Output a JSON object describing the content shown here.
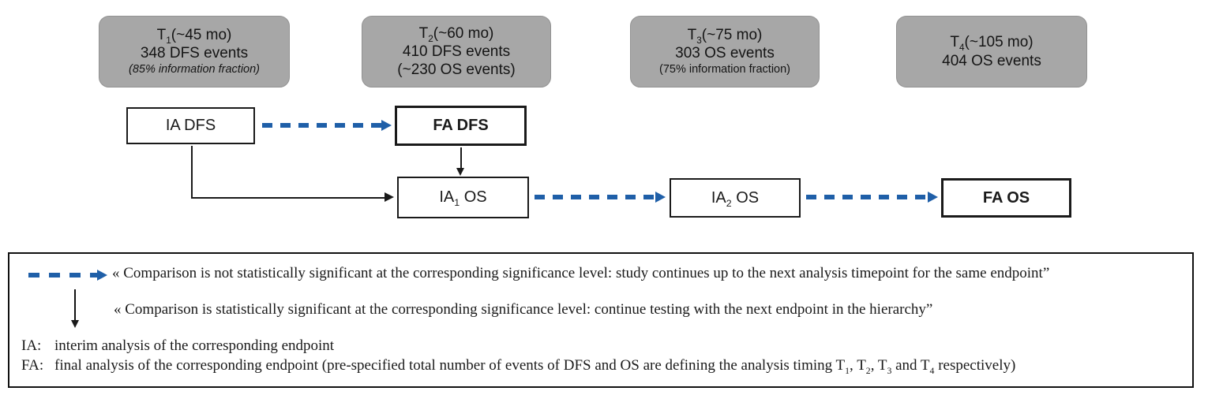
{
  "colors": {
    "timepoint_box_fill": "#a7a7a7",
    "arrow_blue": "#1f5fa8",
    "line_black": "#1a1a1a"
  },
  "timepoints": [
    {
      "t": "T",
      "sub": "1",
      "time": "(~45 mo)",
      "line2": "348 DFS events",
      "line3": "(85% information fraction)"
    },
    {
      "t": "T",
      "sub": "2",
      "time": "(~60 mo)",
      "line2": "410 DFS events",
      "line3": "(~230 OS events)"
    },
    {
      "t": "T",
      "sub": "3",
      "time": "(~75 mo)",
      "line2": "303 OS events",
      "line3": "(75% information fraction)"
    },
    {
      "t": "T",
      "sub": "4",
      "time": "(~105 mo)",
      "line2": "404 OS events"
    }
  ],
  "nodes": [
    {
      "pre": "IA DFS",
      "sub": "",
      "post": ""
    },
    {
      "pre": "FA DFS",
      "sub": "",
      "post": ""
    },
    {
      "pre": "IA",
      "sub": "1",
      "post": " OS"
    },
    {
      "pre": "IA",
      "sub": "2",
      "post": " OS"
    },
    {
      "pre": "FA OS",
      "sub": "",
      "post": ""
    }
  ],
  "legend": {
    "dashed_meaning": "« Comparison is not statistically significant at the corresponding significance level: study continues up to the next analysis timepoint for the same endpoint”",
    "solid_meaning": "« Comparison is statistically significant at the corresponding significance level: continue testing with the next endpoint in the hierarchy”",
    "ia_label": "IA:",
    "ia_text": "interim analysis of the corresponding endpoint",
    "fa_label": "FA:",
    "fa_parts": {
      "p0": "final analysis of the corresponding endpoint (pre-specified total number of events of DFS and OS are defining the analysis timing T",
      "s0": "1",
      "p1": ", T",
      "s1": "2",
      "p2": ", T",
      "s2": "3",
      "p3": " and T",
      "s3": "4",
      "p4": " respectively)"
    }
  }
}
